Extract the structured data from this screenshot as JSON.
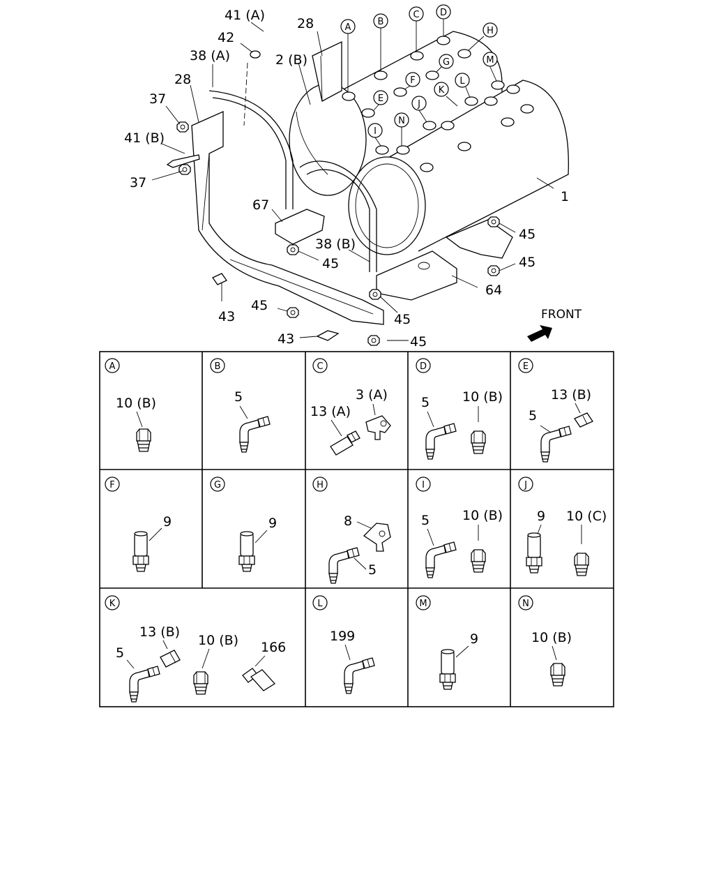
{
  "callouts": {
    "c41a": "41 (A)",
    "c42": "42",
    "c38a": "38 (A)",
    "c28a": "28",
    "c28b": "28",
    "c2b": "2 (B)",
    "c37a": "37",
    "c41b": "41 (B)",
    "c37b": "37",
    "c67": "67",
    "c38b": "38 (B)",
    "c1": "1",
    "c45a": "45",
    "c45b": "45",
    "c45c": "45",
    "c45d": "45",
    "c45e": "45",
    "c45f": "45",
    "c64": "64",
    "c43a": "43",
    "c43b": "43",
    "front": "FRONT"
  },
  "ports": [
    "A",
    "B",
    "C",
    "D",
    "E",
    "F",
    "G",
    "H",
    "I",
    "J",
    "K",
    "L",
    "M",
    "N"
  ],
  "panels": {
    "A": {
      "letter": "A",
      "p1": "10 (B)"
    },
    "B": {
      "letter": "B",
      "p1": "5"
    },
    "C": {
      "letter": "C",
      "p1": "13 (A)",
      "p2": "3 (A)"
    },
    "D": {
      "letter": "D",
      "p1": "5",
      "p2": "10 (B)"
    },
    "E": {
      "letter": "E",
      "p1": "5",
      "p2": "13 (B)"
    },
    "F": {
      "letter": "F",
      "p1": "9"
    },
    "G": {
      "letter": "G",
      "p1": "9"
    },
    "H": {
      "letter": "H",
      "p1": "8",
      "p2": "5"
    },
    "I": {
      "letter": "I",
      "p1": "5",
      "p2": "10 (B)"
    },
    "J": {
      "letter": "J",
      "p1": "9",
      "p2": "10 (C)"
    },
    "K": {
      "letter": "K",
      "p1": "5",
      "p2": "13 (B)",
      "p3": "10 (B)",
      "p4": "166"
    },
    "L": {
      "letter": "L",
      "p1": "199"
    },
    "M": {
      "letter": "M",
      "p1": "9"
    },
    "N": {
      "letter": "N",
      "p1": "10 (B)"
    }
  }
}
